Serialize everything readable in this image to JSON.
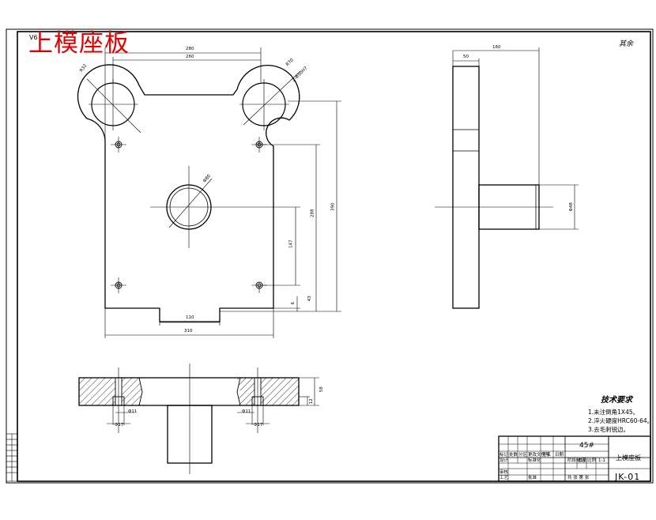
{
  "drawing": {
    "title": "上模座板",
    "angle_tag": "V6",
    "corner_tag": "其余",
    "dimensions": {
      "d200": "280",
      "d260": "260",
      "r_left": "R32",
      "r_right": "R70",
      "hole_right": "2-Φ50H7",
      "d160": "160",
      "d50": "50",
      "d390": "390",
      "d288": "288",
      "d147": "147",
      "d43": "43",
      "d6": "6",
      "d110": "110",
      "d310": "310",
      "phi_center": "Φ80",
      "phi48": "Φ48",
      "d58": "58",
      "d12": "12",
      "phi11_l": "Φ11",
      "phi17_l": "Φ17",
      "phi11_r": "Φ11",
      "phi17_r": "Φ17"
    },
    "tech": {
      "heading": "技术要求",
      "items": [
        "1.未注倒角1X45。",
        "2.淬火硬度HRC60-64。",
        "3.去毛刺锐边。"
      ]
    },
    "title_block": {
      "material": "45#",
      "part_name": "上模座板",
      "drawing_no": "JK-01",
      "scale": "1:1",
      "design_label": "设计",
      "check_label": "审核",
      "process_label": "工艺",
      "std_label": "标准化",
      "approve_label": "批准",
      "date_label": "日期",
      "mark_label": "标记",
      "count_label": "处数",
      "zone_label": "分区",
      "change_label": "更改文件号",
      "sign_label": "签名",
      "stage_label": "阶段标记",
      "weight_label": "重量",
      "ratio_label": "比例",
      "sheet_label": "共 张 第 张"
    },
    "colors": {
      "title_red": "#e00000",
      "ink": "#000000",
      "hatch": "#000000"
    }
  }
}
